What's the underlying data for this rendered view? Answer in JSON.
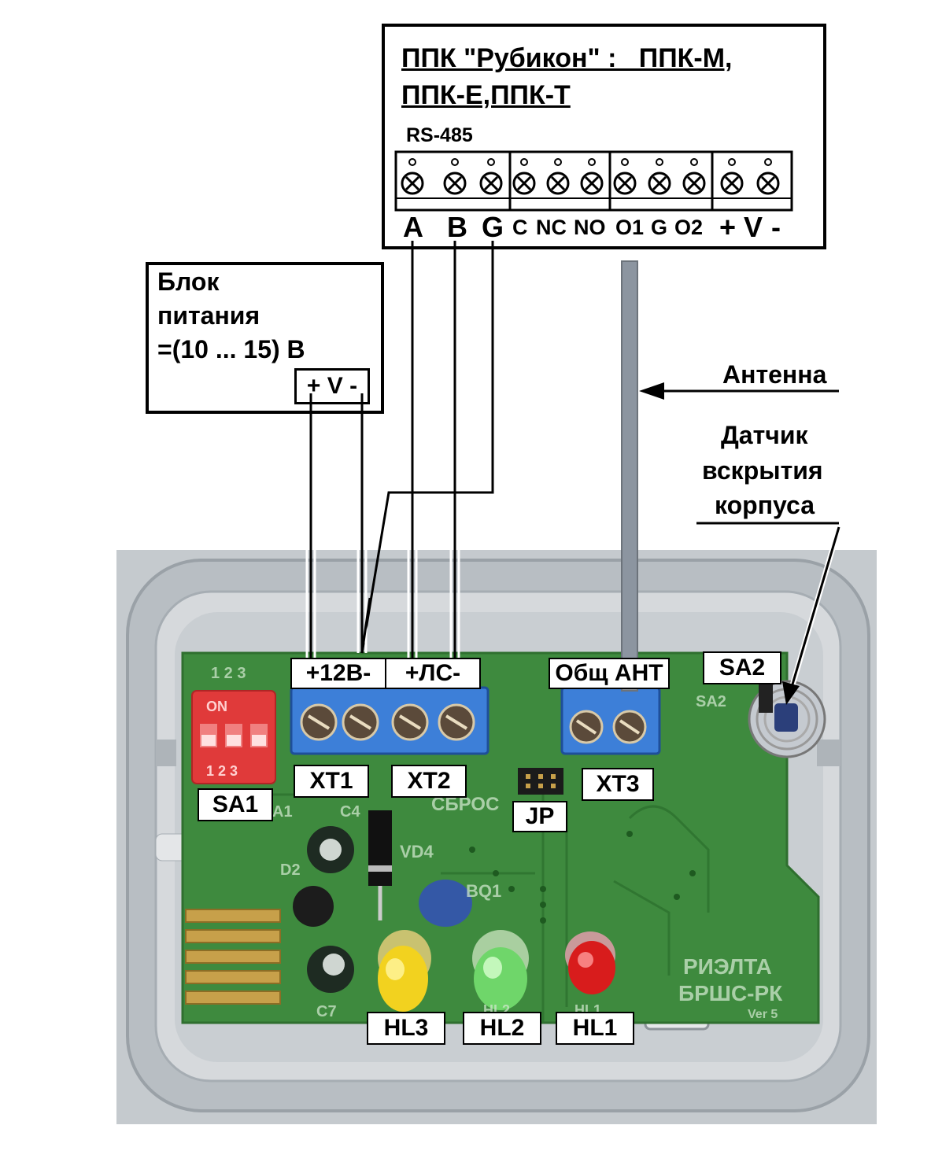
{
  "ppk": {
    "title_line1": "ППК \"Рубикон\" :   ППК-М,",
    "title_line2": "ППК-Е,ППК-Т",
    "bus_label": "RS-485",
    "terminals": [
      "A",
      "B",
      "G",
      "C",
      "NC",
      "NO",
      "O1",
      "G",
      "O2",
      "+",
      "V",
      "-"
    ]
  },
  "power_supply": {
    "line1": "Блок",
    "line2": "питания",
    "line3": "=(10 ... 15) В",
    "terminals": "+ V -"
  },
  "antenna_label": "Антенна",
  "tamper_label": {
    "line1": "Датчик",
    "line2": "вскрытия",
    "line3": "корпуса"
  },
  "board": {
    "terminal_labels": {
      "xt1_pins": "+12В-",
      "xt2_pins": "+ЛС-",
      "xt3_pins": "Общ АНТ"
    },
    "components": {
      "sa1": "SA1",
      "sa2": "SA2",
      "xt1": "XT1",
      "xt2": "XT2",
      "xt3": "XT3",
      "jp": "JP",
      "hl1": "HL1",
      "hl2": "HL2",
      "hl3": "HL3"
    },
    "silkscreen": {
      "brand": "РИЭЛТА",
      "model": "БРШС-РК",
      "version": "Ver 5",
      "reset": "СБРОС",
      "dip_on": "ON",
      "dip_numbers": "1 2 3",
      "c4": "C4",
      "c7": "C7",
      "vd4": "VD4",
      "d2": "D2",
      "bq1": "BQ1",
      "hl2_silk": "HL2",
      "hl1_silk": "HL1",
      "a1": "A1",
      "sa2_silk": "SA2"
    }
  },
  "colors": {
    "pcb": "#3e8a3e",
    "terminal_block": "#3d7fd8",
    "dip_switch": "#e03a3a",
    "led_yellow": "#f2d21f",
    "led_green": "#6fd66a",
    "led_red": "#d81c1c",
    "enclosure": "#c7ccd1",
    "antenna": "#8c95a0"
  }
}
